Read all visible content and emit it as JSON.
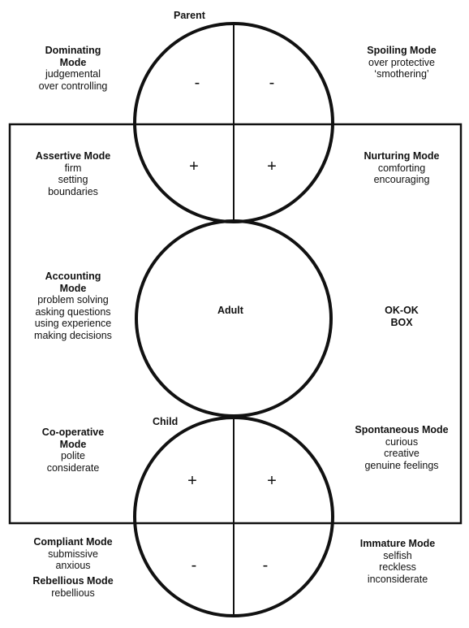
{
  "ego_states": {
    "parent": "Parent",
    "adult": "Adult",
    "child": "Child"
  },
  "signs": {
    "parent_left_top": "-",
    "parent_right_top": "-",
    "parent_left_bottom": "+",
    "parent_right_bottom": "+",
    "child_left_top": "+",
    "child_right_top": "+",
    "child_left_bottom": "-",
    "child_right_bottom": "-"
  },
  "modes": {
    "dominating": {
      "title": "Dominating\nMode",
      "lines": [
        "judgemental",
        "over controlling"
      ]
    },
    "spoiling": {
      "title": "Spoiling Mode",
      "lines": [
        "over protective",
        "‘smothering’"
      ]
    },
    "assertive": {
      "title": "Assertive Mode",
      "lines": [
        "firm",
        "setting",
        "boundaries"
      ]
    },
    "nurturing": {
      "title": "Nurturing Mode",
      "lines": [
        "comforting",
        "encouraging"
      ]
    },
    "accounting": {
      "title": "Accounting\nMode",
      "lines": [
        "problem solving",
        "asking questions",
        "using experience",
        "making decisions"
      ]
    },
    "okok": {
      "title": "OK-OK\nBOX",
      "lines": []
    },
    "cooperative": {
      "title": "Co-operative\nMode",
      "lines": [
        "polite",
        "considerate"
      ]
    },
    "spontaneous": {
      "title": "Spontaneous Mode",
      "lines": [
        "curious",
        "creative",
        "genuine feelings"
      ]
    },
    "compliant": {
      "title": "Compliant Mode",
      "lines": [
        "submissive",
        "anxious"
      ]
    },
    "rebellious": {
      "title": "Rebellious Mode",
      "lines": [
        "rebellious"
      ]
    },
    "immature": {
      "title": "Immature Mode",
      "lines": [
        "selfish",
        "reckless",
        "inconsiderate"
      ]
    }
  }
}
